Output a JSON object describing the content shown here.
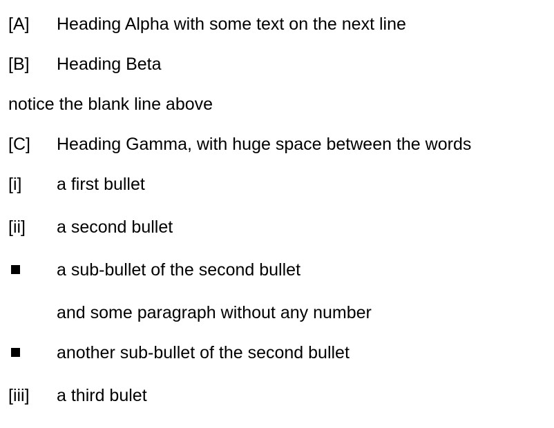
{
  "items": [
    {
      "marker": "[A]",
      "text": "Heading Alpha with some text on the next line"
    },
    {
      "marker": "[B]",
      "text": "Heading Beta"
    },
    {
      "text": "notice the blank line above"
    },
    {
      "marker": "[C]",
      "text": "Heading Gamma, with huge space between the words"
    },
    {
      "marker": "[i]",
      "text": "a first bullet"
    },
    {
      "marker": "[ii]",
      "text": "a second bullet"
    },
    {
      "bullet": "square-bullet-icon",
      "text": "a sub-bullet of the second bullet"
    },
    {
      "text": "and some paragraph without any number"
    },
    {
      "bullet": "square-bullet-icon",
      "text": "another sub-bullet of the second bullet"
    },
    {
      "marker": "[iii]",
      "text": "a third bulet"
    }
  ]
}
